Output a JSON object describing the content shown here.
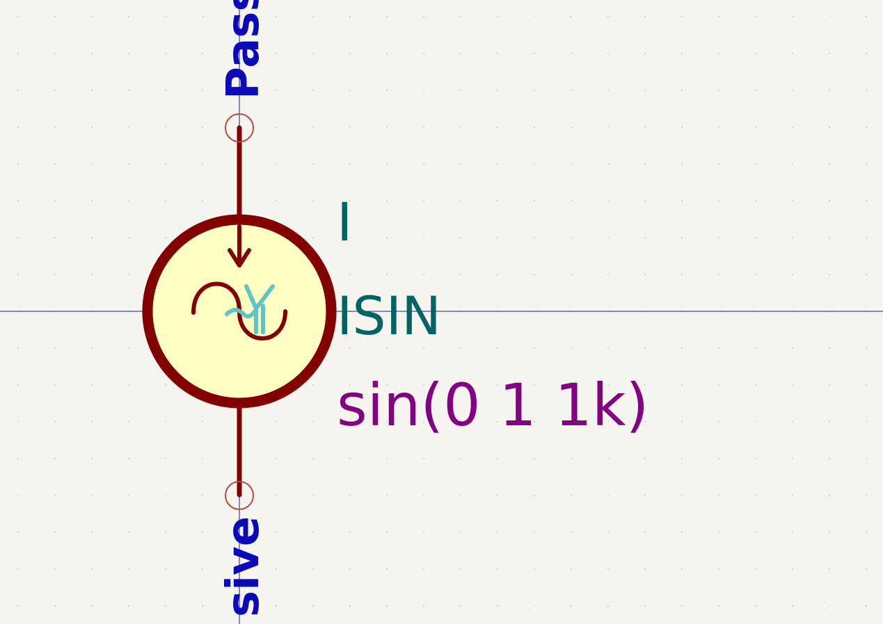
{
  "schematic": {
    "pin_top_label": "Pass",
    "pin_bottom_label": "sive",
    "reference": "I",
    "value": "ISIN",
    "simulation_spec": "sin(0 1 1k)"
  },
  "colors": {
    "background": "#f5f4ef",
    "grid_dot": "#c9c8c2",
    "crosshair": "#1a1a8c",
    "symbol_outline": "#820000",
    "symbol_fill": "#ffffc2",
    "pin_circle": "#b04a4a",
    "pin_name": "#0a0ab8",
    "reference_text": "#006464",
    "value_text": "#006464",
    "field_text": "#820082",
    "anchor_marker": "#5fc4c4"
  }
}
